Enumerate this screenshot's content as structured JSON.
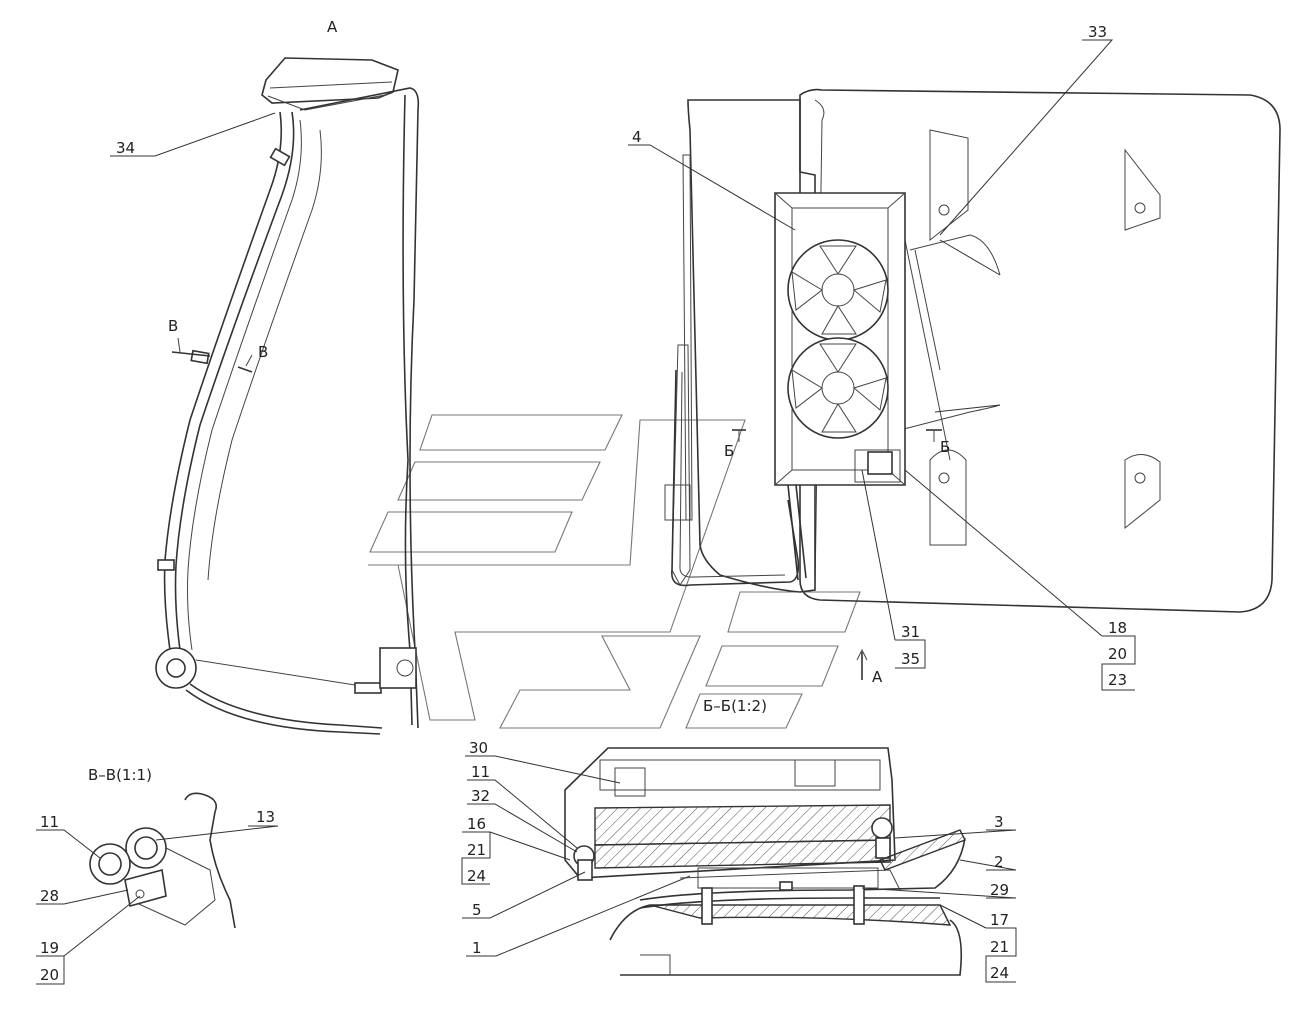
{
  "views": {
    "view_a": "А",
    "arrow_a": "А",
    "section_b_left": "Б",
    "section_b_right": "Б",
    "section_bb_title": "Б–Б(1:2)",
    "section_v_left": "В",
    "section_v_right": "В",
    "section_vv_title": "В–В(1:1)"
  },
  "callouts": {
    "c34": "34",
    "c4": "4",
    "c33": "33",
    "c31": "31",
    "c35": "35",
    "c18": "18",
    "c20": "20",
    "c23": "23",
    "c30": "30",
    "c11": "11",
    "c32": "32",
    "c16": "16",
    "c21": "21",
    "c24": "24",
    "c5": "5",
    "c1": "1",
    "c3": "3",
    "c2": "2",
    "c29": "29",
    "c17": "17",
    "c21b": "21",
    "c24b": "24",
    "vv11": "11",
    "vv13": "13",
    "vv28": "28",
    "vv19": "19",
    "vv20": "20"
  }
}
